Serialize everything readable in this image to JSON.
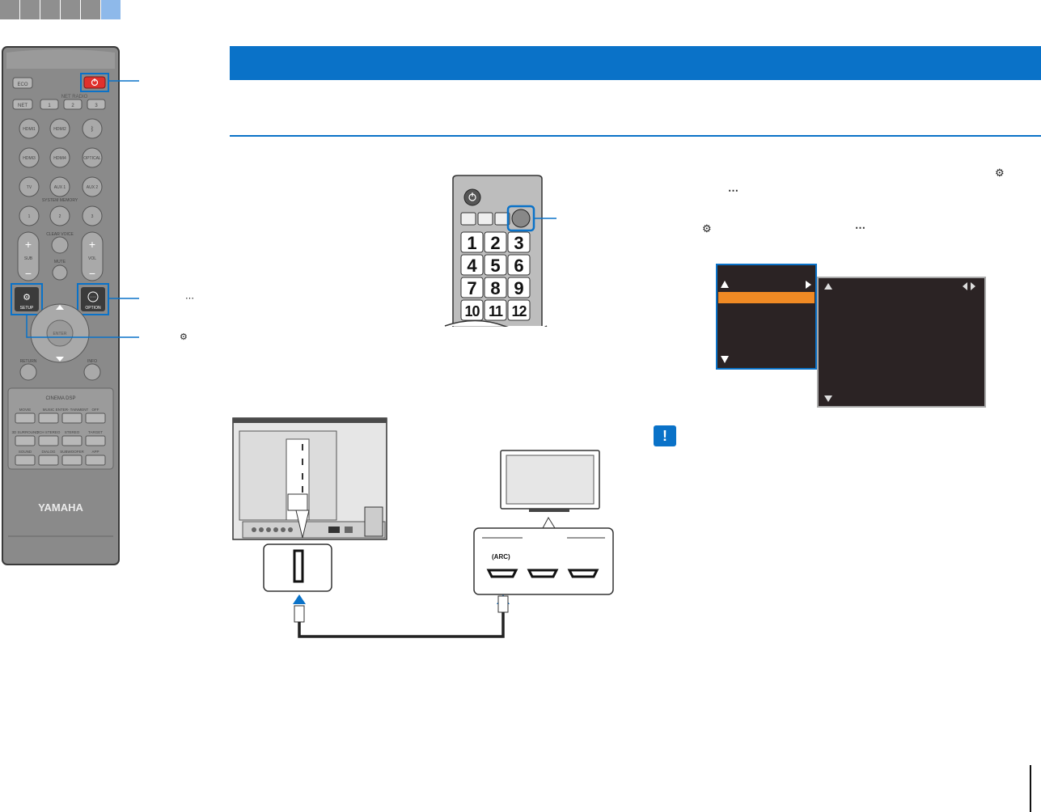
{
  "nav": {
    "tabs": [
      "",
      "",
      "",
      "",
      "",
      ""
    ],
    "active_tab": 5
  },
  "remote": {
    "brand": "YAMAHA",
    "eco": "ECO",
    "net_radio": "NET RADIO",
    "net": "NET",
    "presets": [
      "1",
      "2",
      "3"
    ],
    "inputs_row1": [
      "HDMI1",
      "HDMI2"
    ],
    "inputs_row2": [
      "HDMI3",
      "HDMI4",
      "OPTICAL"
    ],
    "inputs_row3": [
      "TV",
      "AUX 1",
      "AUX 2"
    ],
    "system_memory": "SYSTEM MEMORY",
    "memory": [
      "1",
      "2",
      "3"
    ],
    "clear_voice": "CLEAR VOICE",
    "sub": "SUB",
    "vol": "VOL",
    "mute": "MUTE",
    "setup": "SETUP",
    "option": "OPTION",
    "enter": "ENTER",
    "return": "RETURN",
    "info": "INFO",
    "cinema_dsp": "CINEMA DSP",
    "dsp_row1": [
      "MOVIE",
      "MUSIC",
      "ENTER-\nTAINMENT",
      "OFF"
    ],
    "dsp_row2": [
      "3D SURROUND",
      "2CH STEREO",
      "STEREO",
      "TARGET"
    ],
    "dsp_row3": [
      "SOUND",
      "DIALOG",
      "SUBWOOFER",
      "APP"
    ]
  },
  "callouts": {
    "option_icon": "⋯",
    "setup_icon": "⚙"
  },
  "tv_remote": {
    "numbers": [
      "1",
      "2",
      "3",
      "4",
      "5",
      "6",
      "7",
      "8",
      "9",
      "10",
      "11",
      "12"
    ]
  },
  "instructions": {
    "setup_icon": "⚙",
    "option_icon": "⋯"
  },
  "tv_panel": {
    "arc_label": "(ARC)"
  },
  "colors": {
    "accent": "#0a72c8",
    "highlight": "#f08a24",
    "power": "#e0312c",
    "screen": "#2b2324"
  }
}
